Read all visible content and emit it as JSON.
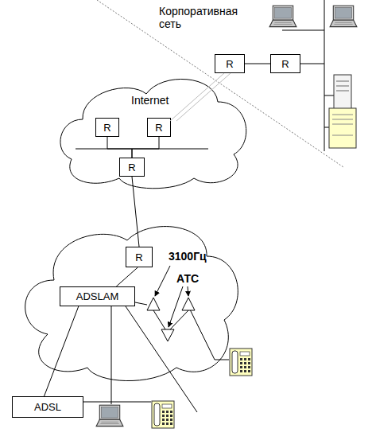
{
  "diagram": {
    "nodes": [
      {
        "text": [
          "Internet"
        ]
      },
      {
        "text": [
          "R"
        ],
        "in": 0
      },
      {
        "text": [
          "R"
        ],
        "in": 0
      },
      {
        "text": [
          "R"
        ],
        "in": 0
      },
      {
        "text": [
          "R"
        ]
      },
      {
        "text": [
          "R"
        ]
      },
      {
        "text": [
          "R"
        ]
      },
      {
        "text": [
          "ADSLAM"
        ]
      },
      {
        "text": [
          "ADSL"
        ]
      }
    ],
    "edges": [
      {
        "from": 1,
        "to": 3,
        "arrow": "none"
      },
      {
        "from": 2,
        "to": 3,
        "arrow": "none"
      },
      {
        "from": 3,
        "to": 6,
        "arrow": "none"
      },
      {
        "from": 6,
        "to": 7,
        "arrow": "none"
      },
      {
        "from": 4,
        "to": 5,
        "arrow": "none"
      },
      {
        "from": 7,
        "to": 8,
        "arrow": "none"
      }
    ],
    "labels": [
      "Корпоративная сеть",
      "3100Гц",
      "АТС"
    ]
  }
}
